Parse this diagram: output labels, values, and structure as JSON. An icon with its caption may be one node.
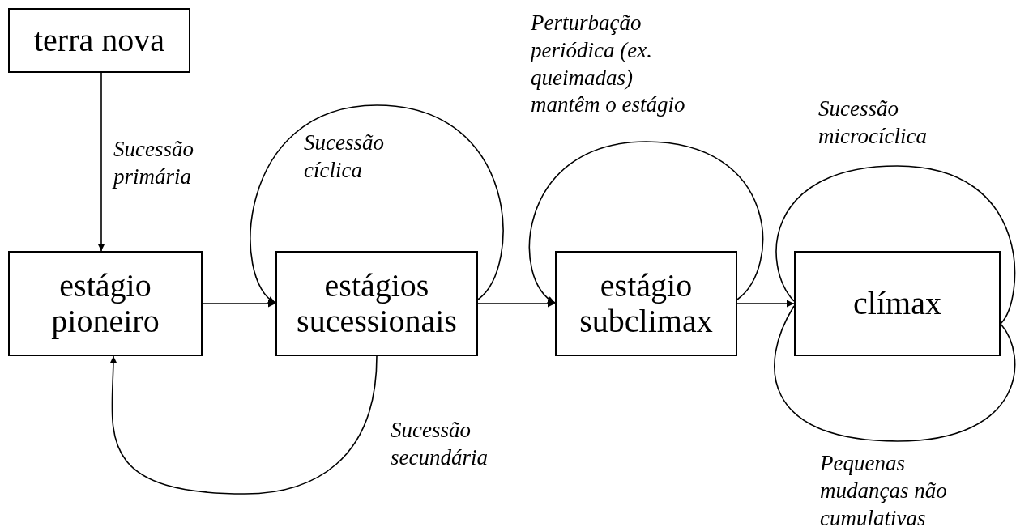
{
  "diagram": {
    "nodes": [
      {
        "text": [
          "terra nova"
        ]
      },
      {
        "text": [
          "estágio pioneiro"
        ]
      },
      {
        "text": [
          "estágios sucessionais"
        ]
      },
      {
        "text": [
          "estágio subclimax"
        ]
      },
      {
        "text": [
          "clímax"
        ]
      }
    ],
    "edges": [
      {
        "from": 0,
        "to": 1,
        "arrow": "to",
        "label": "Sucessão primária"
      },
      {
        "from": 1,
        "to": 2,
        "arrow": "to"
      },
      {
        "from": 2,
        "to": 3,
        "arrow": "to"
      },
      {
        "from": 3,
        "to": 4,
        "arrow": "to"
      },
      {
        "from": 2,
        "to": 2,
        "arrow": "to",
        "label": "Sucessão cíclica"
      },
      {
        "from": 3,
        "to": 3,
        "arrow": "to",
        "label": "Perturbação periódica (ex. queimadas) mantêm o estágio"
      },
      {
        "from": 4,
        "to": 4,
        "arrow": "none",
        "label": "Sucessão microcíclica"
      },
      {
        "from": 4,
        "to": 4,
        "arrow": "none",
        "label": "Pequenas mudanças não cumulativas"
      },
      {
        "from": 2,
        "to": 1,
        "arrow": "to",
        "label": "Sucessão secundária"
      }
    ]
  }
}
